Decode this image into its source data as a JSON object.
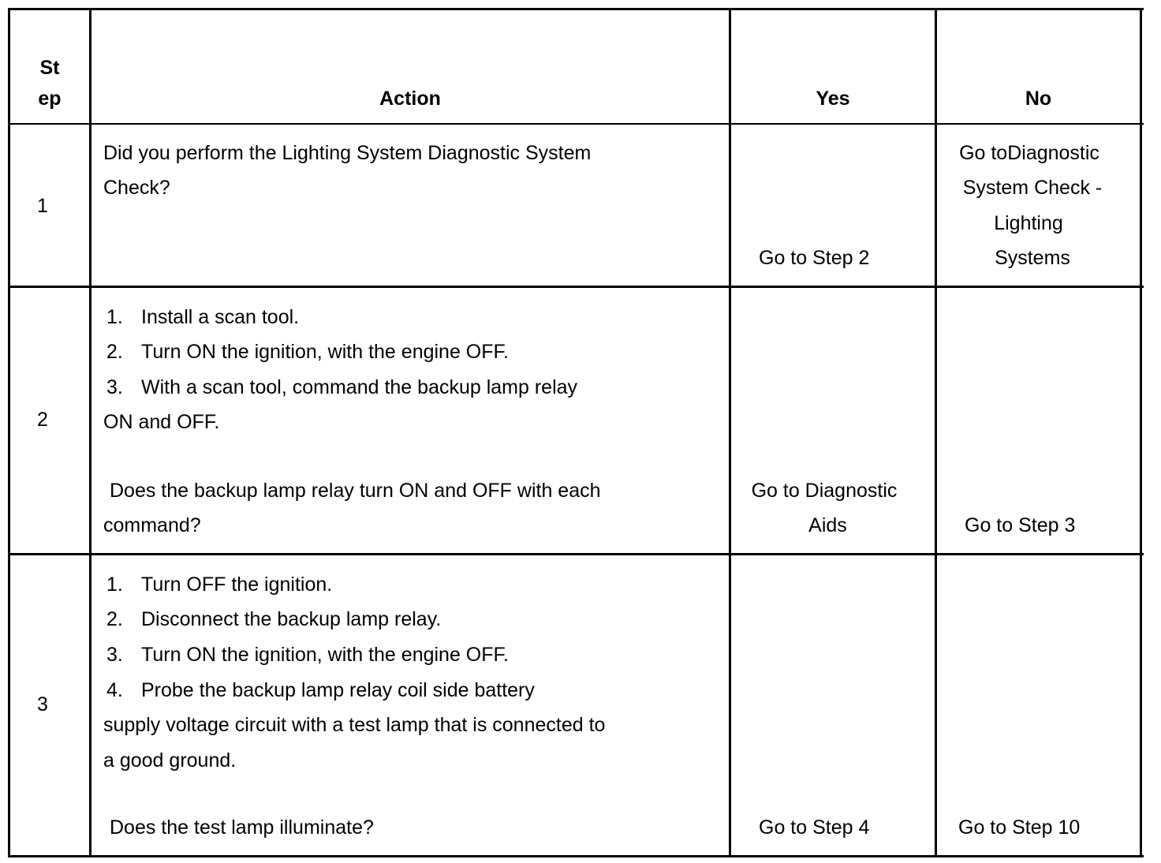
{
  "headers": {
    "step_line1": "St",
    "step_line2": "ep",
    "action": "Action",
    "yes": "Yes",
    "no": "No"
  },
  "rows": [
    {
      "step": "1",
      "action_lines": [
        "Did you perform the Lighting System Diagnostic System",
        "Check?"
      ],
      "yes": "Go to Step 2",
      "no_lines": [
        "Go toDiagnostic",
        "System Check -",
        "Lighting",
        "Systems"
      ]
    },
    {
      "step": "2",
      "action_items": [
        {
          "num": "1.",
          "text": "Install a scan tool."
        },
        {
          "num": "2.",
          "text": "Turn ON the ignition, with the engine OFF."
        },
        {
          "num": "3.",
          "text": "With a scan tool, command the backup lamp relay"
        }
      ],
      "action_cont": "ON and OFF.",
      "question_lines": [
        "Does the backup lamp relay turn ON and OFF with each",
        "command?"
      ],
      "yes_lines": [
        "Go to Diagnostic",
        "Aids"
      ],
      "no": "Go to Step 3"
    },
    {
      "step": "3",
      "action_items": [
        {
          "num": "1.",
          "text": "Turn OFF the ignition."
        },
        {
          "num": "2.",
          "text": "Disconnect the backup lamp relay."
        },
        {
          "num": "3.",
          "text": "Turn ON the ignition, with the engine OFF."
        },
        {
          "num": "4.",
          "text": "Probe the backup lamp relay coil side battery"
        }
      ],
      "action_cont_lines": [
        "supply voltage circuit with a test lamp that is connected to",
        "a good ground."
      ],
      "question": "Does the test lamp illuminate?",
      "yes": "Go to Step 4",
      "no": "Go to Step 10"
    }
  ]
}
